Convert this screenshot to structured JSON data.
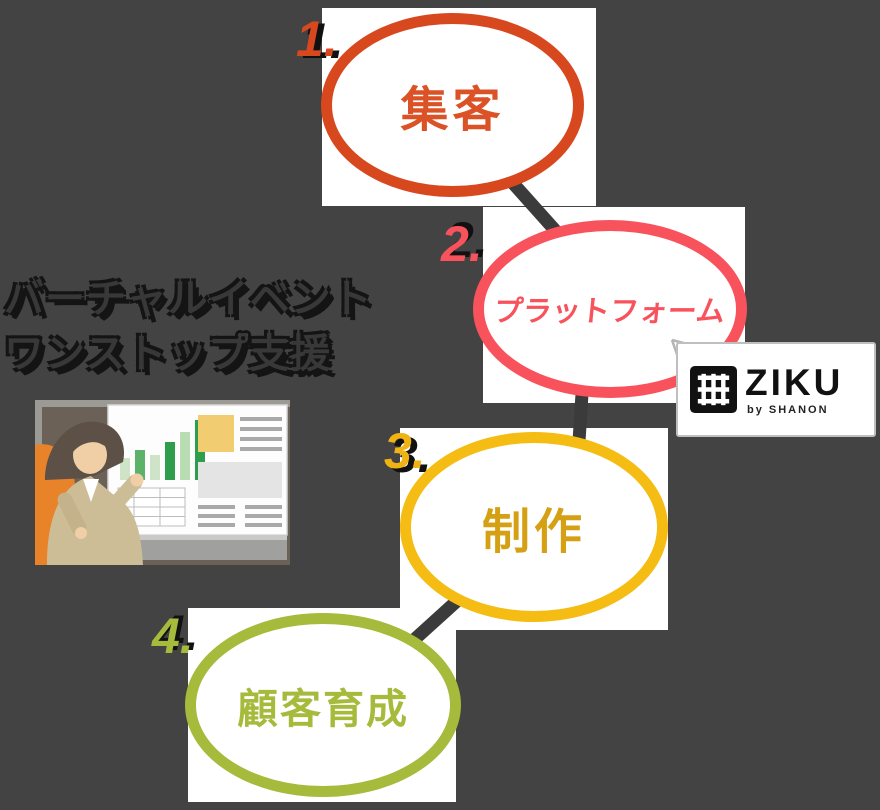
{
  "title": {
    "line1": "バーチャルイベント",
    "line2": "ワンストップ支援"
  },
  "steps": [
    {
      "number": "1.",
      "label": "集客",
      "ring_color": "#d8481f",
      "label_color": "#dc5227",
      "number_color": "#d8481f"
    },
    {
      "number": "2.",
      "label": "プラットフォーム",
      "ring_color": "#f8525c",
      "label_color": "#f8525c",
      "number_color": "#f8525c"
    },
    {
      "number": "3.",
      "label": "制作",
      "ring_color": "#f5bc13",
      "label_color": "#d5a013",
      "number_color": "#f0b314"
    },
    {
      "number": "4.",
      "label": "顧客育成",
      "ring_color": "#a6ba3b",
      "label_color": "#a6ba3b",
      "number_color": "#a6ba3b"
    }
  ],
  "badge": {
    "brand": "ZIKU",
    "sub": "by SHANON",
    "icon": "ziku-grid-icon"
  },
  "colors": {
    "background": "#434343",
    "connector": "#3b3b3b",
    "patch": "#ffffff",
    "title_text": "#383838",
    "title_shadow": "#141414"
  }
}
